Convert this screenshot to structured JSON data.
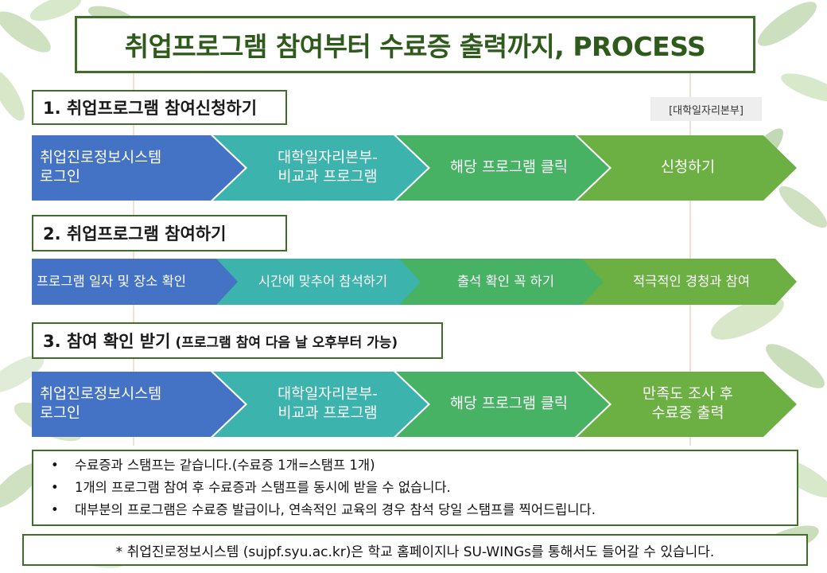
{
  "title": "취업프로그램 참여부터 수료증 출력까지, PROCESS",
  "department_tag": "[대학일자리본부]",
  "sections": [
    {
      "heading": "1. 취업프로그램 참여신청하기",
      "subheading": "",
      "steps": [
        "취업진로정보시스템\n로그인",
        "대학일자리본부-\n비교과 프로그램",
        "해당 프로그램 클릭",
        "신청하기"
      ]
    },
    {
      "heading": "2. 취업프로그램 참여하기",
      "subheading": "",
      "steps": [
        "프로그램 일자 및 장소 확인",
        "시간에 맞추어 참석하기",
        "출석 확인 꼭 하기",
        "적극적인 경청과 참여"
      ]
    },
    {
      "heading": "3. 참여 확인 받기",
      "subheading": "(프로그램 참여 다음 날 오후부터 가능)",
      "steps": [
        "취업진로정보시스템\n로그인",
        "대학일자리본부-\n비교과 프로그램",
        "해당 프로그램 클릭",
        "만족도 조사 후\n수료증 출력"
      ]
    }
  ],
  "notes": [
    "수료증과 스탬프는 같습니다.(수료증 1개=스탬프 1개)",
    "1개의 프로그램 참여 후 수료증과 스탬프를 동시에 받을 수 없습니다.",
    "대부분의 프로그램은 수료증 발급이나, 연속적인 교육의 경우 참석 당일 스탬프를 찍어드립니다."
  ],
  "footer": "* 취업진로정보시스템 (sujpf.syu.ac.kr)은 학교 홈페이지나 SU-WINGs를 통해서도 들어갈 수 있습니다.",
  "colors": {
    "border": "#3f6e2a",
    "title_text": "#2e5a1c",
    "step_colors": [
      "#4472c4",
      "#3cb3ad",
      "#47b264",
      "#6cb044"
    ]
  }
}
